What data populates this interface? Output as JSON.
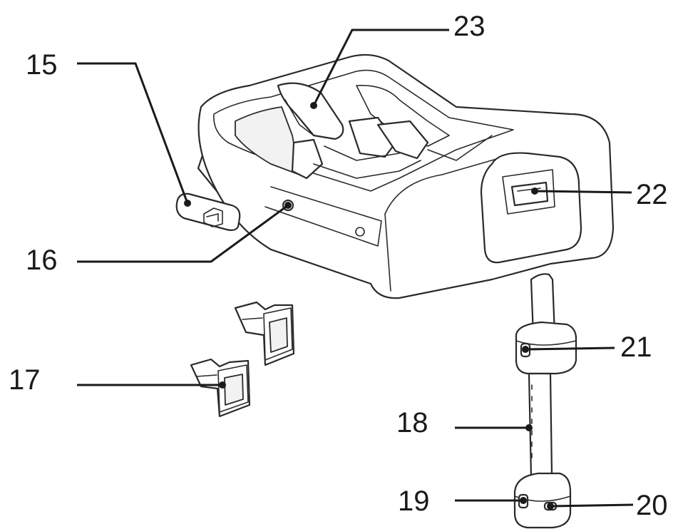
{
  "diagram": {
    "callouts": [
      {
        "id": "15",
        "label": "15"
      },
      {
        "id": "16",
        "label": "16"
      },
      {
        "id": "17",
        "label": "17"
      },
      {
        "id": "18",
        "label": "18"
      },
      {
        "id": "19",
        "label": "19"
      },
      {
        "id": "20",
        "label": "20"
      },
      {
        "id": "21",
        "label": "21"
      },
      {
        "id": "22",
        "label": "22"
      },
      {
        "id": "23",
        "label": "23"
      }
    ],
    "colors": {
      "ink": "#1a1a1a",
      "paper": "#ffffff"
    }
  }
}
